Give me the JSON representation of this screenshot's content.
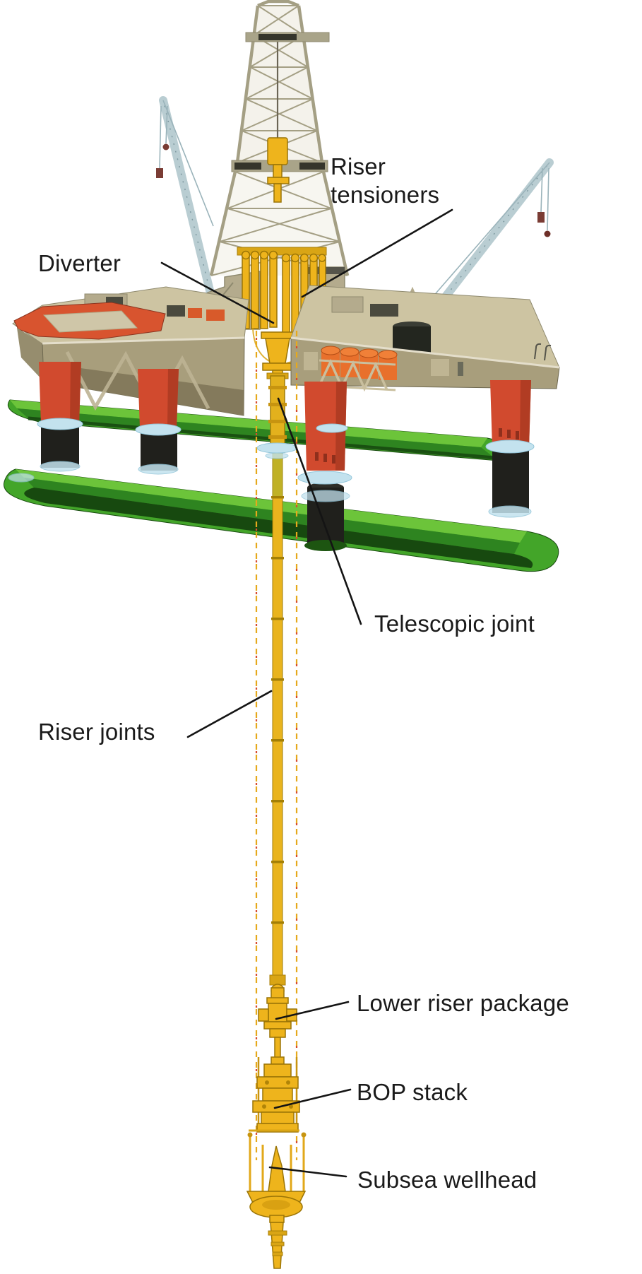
{
  "figure": {
    "labels": [
      {
        "id": "riser-tensioners",
        "text": "Riser\ntensioners"
      },
      {
        "id": "diverter",
        "text": "Diverter"
      },
      {
        "id": "telescopic-joint",
        "text": "Telescopic joint"
      },
      {
        "id": "riser-joints",
        "text": "Riser joints"
      },
      {
        "id": "lower-riser-package",
        "text": "Lower riser package"
      },
      {
        "id": "bop-stack",
        "text": "BOP stack"
      },
      {
        "id": "subsea-wellhead",
        "text": "Subsea wellhead"
      }
    ]
  },
  "colors": {
    "label_text": "#1a1a1a",
    "background": "#ffffff",
    "deck_tan": "#cdc4a2",
    "hull_shadow": "#a89e7c",
    "column_red": "#d14a2e",
    "column_black": "#20201c",
    "pontoon_green": "#43a529",
    "pontoon_dark_green": "#1e5c14",
    "equipment_yellow": "#eeb41c",
    "tank_orange": "#e8702c",
    "helideck_red": "#d8542f",
    "crane_grey": "#b9cdd2",
    "water_splash": "#c3e2ee"
  }
}
